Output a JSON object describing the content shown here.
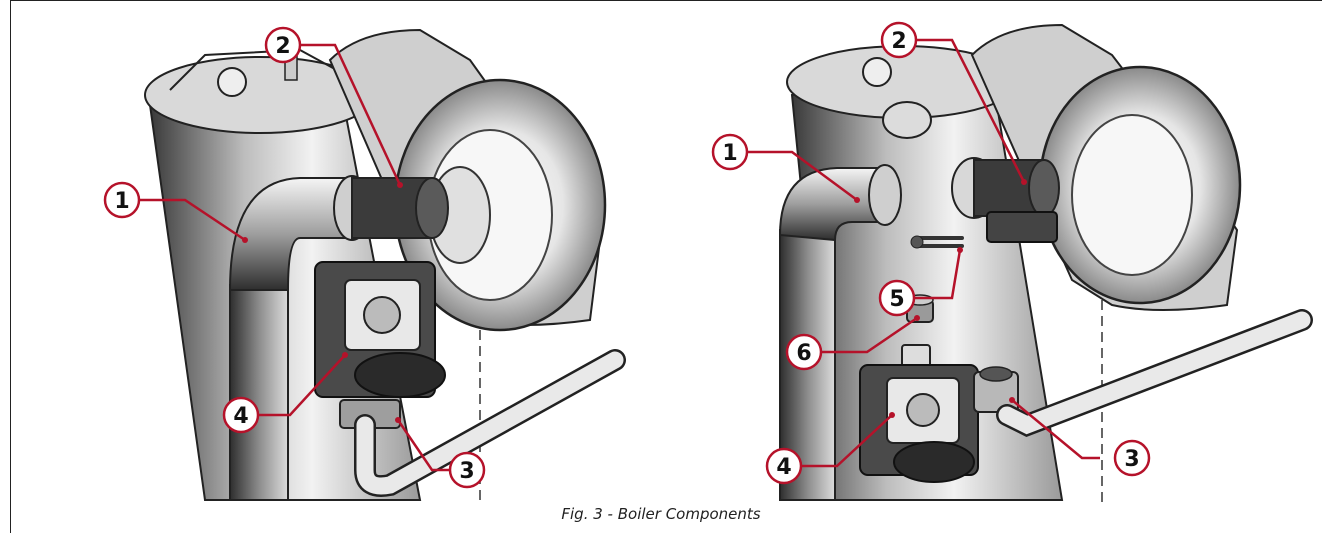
{
  "figure": {
    "caption": "Fig. 3 - Boiler Components",
    "accent_color": "#b5122a",
    "left_panel": {
      "callouts": [
        "1",
        "2",
        "3",
        "4"
      ]
    },
    "right_panel": {
      "callouts": [
        "1",
        "2",
        "3",
        "4",
        "5",
        "6"
      ]
    }
  }
}
